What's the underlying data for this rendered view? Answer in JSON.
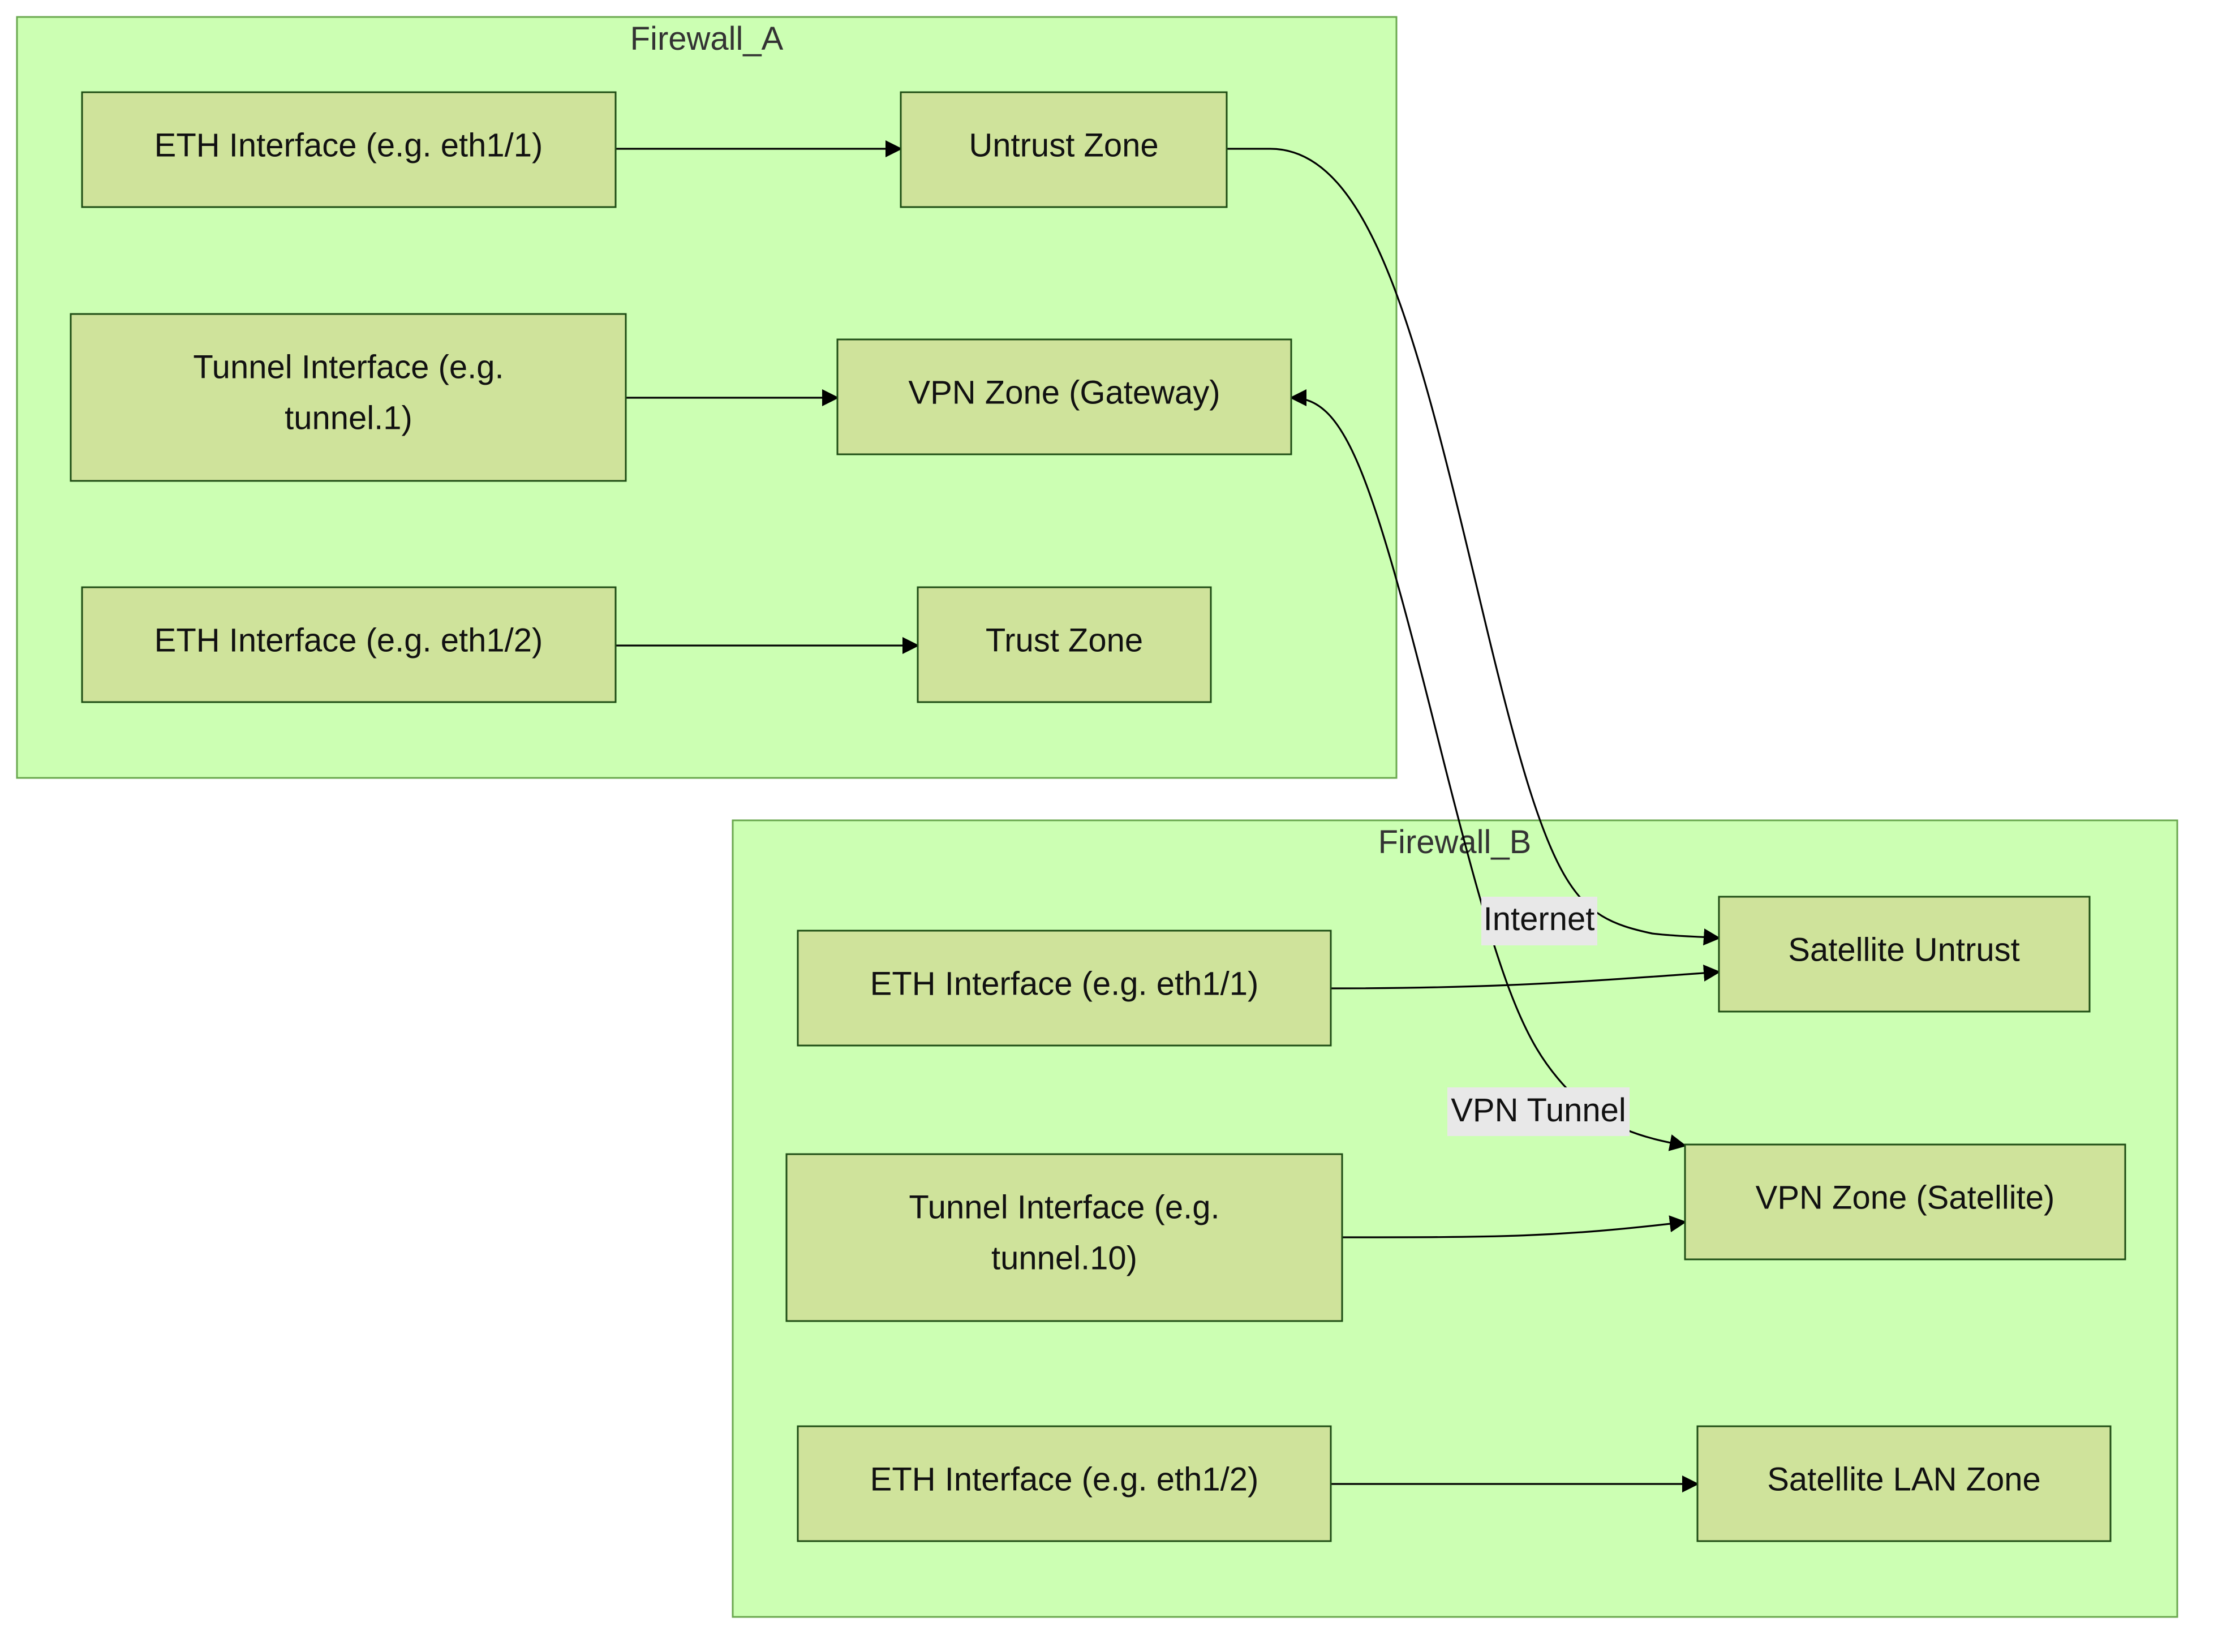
{
  "clusters": {
    "firewall_a": {
      "title": "Firewall_A"
    },
    "firewall_b": {
      "title": "Firewall_B"
    }
  },
  "nodes": {
    "a_eth11": {
      "label_lines": [
        "ETH Interface (e.g. eth1/1)"
      ]
    },
    "a_untrust": {
      "label_lines": [
        "Untrust Zone"
      ]
    },
    "a_tunnel": {
      "label_lines": [
        "Tunnel Interface (e.g.",
        "tunnel.1)"
      ]
    },
    "a_vpn": {
      "label_lines": [
        "VPN Zone (Gateway)"
      ]
    },
    "a_eth12": {
      "label_lines": [
        "ETH Interface (e.g. eth1/2)"
      ]
    },
    "a_trust": {
      "label_lines": [
        "Trust Zone"
      ]
    },
    "b_eth11": {
      "label_lines": [
        "ETH Interface (e.g. eth1/1)"
      ]
    },
    "b_untrust": {
      "label_lines": [
        "Satellite Untrust"
      ]
    },
    "b_tunnel": {
      "label_lines": [
        "Tunnel Interface (e.g.",
        "tunnel.10)"
      ]
    },
    "b_vpn": {
      "label_lines": [
        "VPN Zone (Satellite)"
      ]
    },
    "b_eth12": {
      "label_lines": [
        "ETH Interface (e.g. eth1/2)"
      ]
    },
    "b_lan": {
      "label_lines": [
        "Satellite LAN Zone"
      ]
    }
  },
  "edges": {
    "internet": {
      "label": "Internet"
    },
    "vpn_tunnel": {
      "label": "VPN Tunnel"
    }
  },
  "colors": {
    "cluster_fill": "#ccffb3",
    "cluster_stroke": "#6aa84f",
    "node_fill": "#cfe39b",
    "node_stroke": "#1e4d14",
    "edge_label_bg": "#e8e8e8"
  }
}
